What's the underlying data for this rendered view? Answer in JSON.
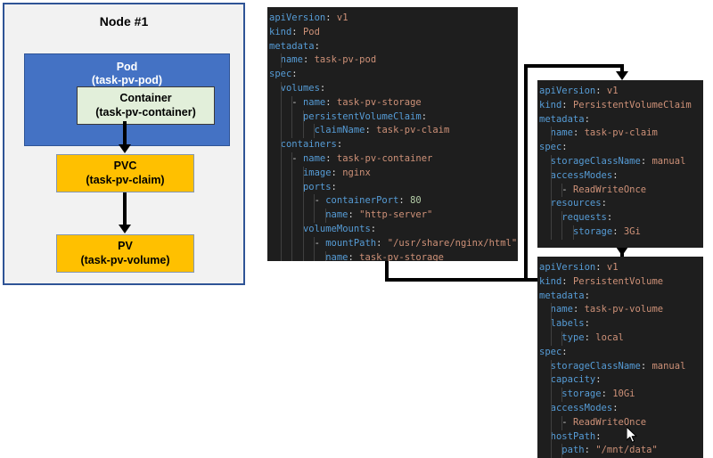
{
  "diagram": {
    "node_title": "Node #1",
    "pod": {
      "title": "Pod",
      "subtitle": "(task-pv-pod)"
    },
    "container": {
      "title": "Container",
      "subtitle": "(task-pv-container)"
    },
    "pvc": {
      "title": "PVC",
      "subtitle": "(task-pv-claim)"
    },
    "pv": {
      "title": "PV",
      "subtitle": "(task-pv-volume)"
    },
    "colors": {
      "node_border": "#2F5496",
      "node_fill": "#F2F2F2",
      "pod_fill": "#4472C4",
      "container_fill": "#E2EFDA",
      "volume_fill": "#FFC000",
      "arrow": "#000000"
    }
  },
  "code_blocks": {
    "pod": {
      "name": "pod-manifest",
      "lines": [
        [
          {
            "t": "apiVersion",
            "c": "k"
          },
          {
            "t": ": ",
            "c": "p"
          },
          {
            "t": "v1",
            "c": "s"
          }
        ],
        [
          {
            "t": "kind",
            "c": "k"
          },
          {
            "t": ": ",
            "c": "p"
          },
          {
            "t": "Pod",
            "c": "s"
          }
        ],
        [
          {
            "t": "metadata",
            "c": "k"
          },
          {
            "t": ":",
            "c": "p"
          }
        ],
        [
          {
            "t": "  ",
            "c": "p"
          },
          {
            "t": "name",
            "c": "k"
          },
          {
            "t": ": ",
            "c": "p"
          },
          {
            "t": "task-pv-pod",
            "c": "s"
          }
        ],
        [
          {
            "t": "spec",
            "c": "k"
          },
          {
            "t": ":",
            "c": "p"
          }
        ],
        [
          {
            "t": "  ",
            "c": "p"
          },
          {
            "t": "volumes",
            "c": "k"
          },
          {
            "t": ":",
            "c": "p"
          }
        ],
        [
          {
            "t": "    - ",
            "c": "d"
          },
          {
            "t": "name",
            "c": "k"
          },
          {
            "t": ": ",
            "c": "p"
          },
          {
            "t": "task-pv-storage",
            "c": "s"
          }
        ],
        [
          {
            "t": "      ",
            "c": "p"
          },
          {
            "t": "persistentVolumeClaim",
            "c": "k"
          },
          {
            "t": ":",
            "c": "p"
          }
        ],
        [
          {
            "t": "        ",
            "c": "p"
          },
          {
            "t": "claimName",
            "c": "k"
          },
          {
            "t": ": ",
            "c": "p"
          },
          {
            "t": "task-pv-claim",
            "c": "s"
          }
        ],
        [
          {
            "t": "  ",
            "c": "p"
          },
          {
            "t": "containers",
            "c": "k"
          },
          {
            "t": ":",
            "c": "p"
          }
        ],
        [
          {
            "t": "    - ",
            "c": "d"
          },
          {
            "t": "name",
            "c": "k"
          },
          {
            "t": ": ",
            "c": "p"
          },
          {
            "t": "task-pv-container",
            "c": "s"
          }
        ],
        [
          {
            "t": "      ",
            "c": "p"
          },
          {
            "t": "image",
            "c": "k"
          },
          {
            "t": ": ",
            "c": "p"
          },
          {
            "t": "nginx",
            "c": "s"
          }
        ],
        [
          {
            "t": "      ",
            "c": "p"
          },
          {
            "t": "ports",
            "c": "k"
          },
          {
            "t": ":",
            "c": "p"
          }
        ],
        [
          {
            "t": "        - ",
            "c": "d"
          },
          {
            "t": "containerPort",
            "c": "k"
          },
          {
            "t": ": ",
            "c": "p"
          },
          {
            "t": "80",
            "c": "n"
          }
        ],
        [
          {
            "t": "          ",
            "c": "p"
          },
          {
            "t": "name",
            "c": "k"
          },
          {
            "t": ": ",
            "c": "p"
          },
          {
            "t": "\"http-server\"",
            "c": "s"
          }
        ],
        [
          {
            "t": "      ",
            "c": "p"
          },
          {
            "t": "volumeMounts",
            "c": "k"
          },
          {
            "t": ":",
            "c": "p"
          }
        ],
        [
          {
            "t": "        - ",
            "c": "d"
          },
          {
            "t": "mountPath",
            "c": "k"
          },
          {
            "t": ": ",
            "c": "p"
          },
          {
            "t": "\"/usr/share/nginx/html\"",
            "c": "s"
          }
        ],
        [
          {
            "t": "          ",
            "c": "p"
          },
          {
            "t": "name",
            "c": "k"
          },
          {
            "t": ": ",
            "c": "p"
          },
          {
            "t": "task-pv-storage",
            "c": "s"
          }
        ]
      ]
    },
    "pvc": {
      "name": "pvc-manifest",
      "lines": [
        [
          {
            "t": "apiVersion",
            "c": "k"
          },
          {
            "t": ": ",
            "c": "p"
          },
          {
            "t": "v1",
            "c": "s"
          }
        ],
        [
          {
            "t": "kind",
            "c": "k"
          },
          {
            "t": ": ",
            "c": "p"
          },
          {
            "t": "PersistentVolumeClaim",
            "c": "s"
          }
        ],
        [
          {
            "t": "metadata",
            "c": "k"
          },
          {
            "t": ":",
            "c": "p"
          }
        ],
        [
          {
            "t": "  ",
            "c": "p"
          },
          {
            "t": "name",
            "c": "k"
          },
          {
            "t": ": ",
            "c": "p"
          },
          {
            "t": "task-pv-claim",
            "c": "s"
          }
        ],
        [
          {
            "t": "spec",
            "c": "k"
          },
          {
            "t": ":",
            "c": "p"
          }
        ],
        [
          {
            "t": "  ",
            "c": "p"
          },
          {
            "t": "storageClassName",
            "c": "k"
          },
          {
            "t": ": ",
            "c": "p"
          },
          {
            "t": "manual",
            "c": "s"
          }
        ],
        [
          {
            "t": "  ",
            "c": "p"
          },
          {
            "t": "accessModes",
            "c": "k"
          },
          {
            "t": ":",
            "c": "p"
          }
        ],
        [
          {
            "t": "    - ",
            "c": "d"
          },
          {
            "t": "ReadWriteOnce",
            "c": "s"
          }
        ],
        [
          {
            "t": "  ",
            "c": "p"
          },
          {
            "t": "resources",
            "c": "k"
          },
          {
            "t": ":",
            "c": "p"
          }
        ],
        [
          {
            "t": "    ",
            "c": "p"
          },
          {
            "t": "requests",
            "c": "k"
          },
          {
            "t": ":",
            "c": "p"
          }
        ],
        [
          {
            "t": "      ",
            "c": "p"
          },
          {
            "t": "storage",
            "c": "k"
          },
          {
            "t": ": ",
            "c": "p"
          },
          {
            "t": "3Gi",
            "c": "s"
          }
        ]
      ]
    },
    "pv": {
      "name": "pv-manifest",
      "lines": [
        [
          {
            "t": "apiVersion",
            "c": "k"
          },
          {
            "t": ": ",
            "c": "p"
          },
          {
            "t": "v1",
            "c": "s"
          }
        ],
        [
          {
            "t": "kind",
            "c": "k"
          },
          {
            "t": ": ",
            "c": "p"
          },
          {
            "t": "PersistentVolume",
            "c": "s"
          }
        ],
        [
          {
            "t": "metadata",
            "c": "k"
          },
          {
            "t": ":",
            "c": "p"
          }
        ],
        [
          {
            "t": "  ",
            "c": "p"
          },
          {
            "t": "name",
            "c": "k"
          },
          {
            "t": ": ",
            "c": "p"
          },
          {
            "t": "task-pv-volume",
            "c": "s"
          }
        ],
        [
          {
            "t": "  ",
            "c": "p"
          },
          {
            "t": "labels",
            "c": "k"
          },
          {
            "t": ":",
            "c": "p"
          }
        ],
        [
          {
            "t": "    ",
            "c": "p"
          },
          {
            "t": "type",
            "c": "k"
          },
          {
            "t": ": ",
            "c": "p"
          },
          {
            "t": "local",
            "c": "s"
          }
        ],
        [
          {
            "t": "spec",
            "c": "k"
          },
          {
            "t": ":",
            "c": "p"
          }
        ],
        [
          {
            "t": "  ",
            "c": "p"
          },
          {
            "t": "storageClassName",
            "c": "k"
          },
          {
            "t": ": ",
            "c": "p"
          },
          {
            "t": "manual",
            "c": "s"
          }
        ],
        [
          {
            "t": "  ",
            "c": "p"
          },
          {
            "t": "capacity",
            "c": "k"
          },
          {
            "t": ":",
            "c": "p"
          }
        ],
        [
          {
            "t": "    ",
            "c": "p"
          },
          {
            "t": "storage",
            "c": "k"
          },
          {
            "t": ": ",
            "c": "p"
          },
          {
            "t": "10Gi",
            "c": "s"
          }
        ],
        [
          {
            "t": "  ",
            "c": "p"
          },
          {
            "t": "accessModes",
            "c": "k"
          },
          {
            "t": ":",
            "c": "p"
          }
        ],
        [
          {
            "t": "    - ",
            "c": "d"
          },
          {
            "t": "ReadWriteOnce",
            "c": "s"
          }
        ],
        [
          {
            "t": "  ",
            "c": "p"
          },
          {
            "t": "hostPath",
            "c": "k"
          },
          {
            "t": ":",
            "c": "p"
          }
        ],
        [
          {
            "t": "    ",
            "c": "p"
          },
          {
            "t": "path",
            "c": "k"
          },
          {
            "t": ": ",
            "c": "p"
          },
          {
            "t": "\"/mnt/data\"",
            "c": "s"
          }
        ]
      ]
    }
  },
  "cursor": {
    "icon": "mouse-pointer-icon"
  }
}
